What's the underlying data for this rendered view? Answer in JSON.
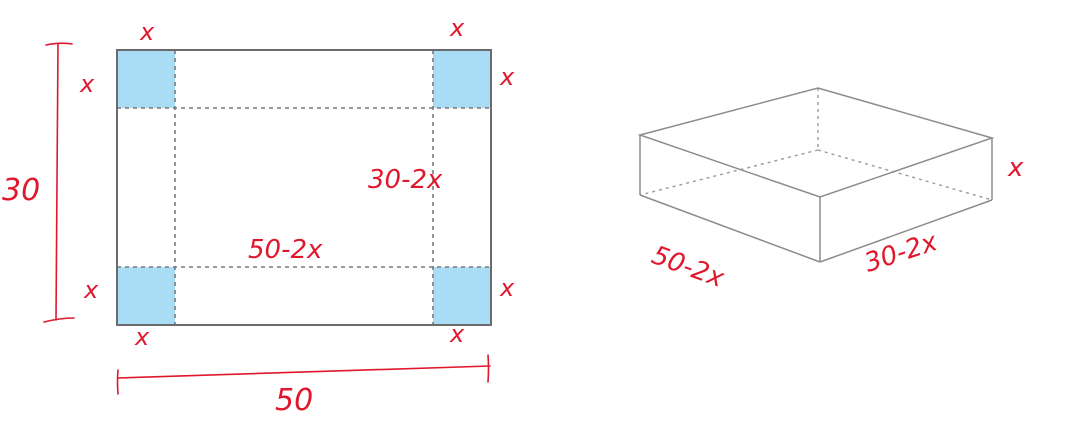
{
  "net": {
    "corner_labels": {
      "top_left_top": "x",
      "top_left_side": "x",
      "top_right_top": "x",
      "top_right_side": "x",
      "bottom_left_side": "x",
      "bottom_left_bottom": "x",
      "bottom_right_side": "x",
      "bottom_right_bottom": "x"
    },
    "inner_height_label": "30-2x",
    "inner_width_label": "50-2x",
    "height_label": "30",
    "width_label": "50",
    "corner_color": "#a9dcf5"
  },
  "box": {
    "height_label": "x",
    "length_label": "50-2x",
    "width_label": "30-2x"
  },
  "colors": {
    "annotation": "#e0182d",
    "outline": "#6b6b6b"
  }
}
